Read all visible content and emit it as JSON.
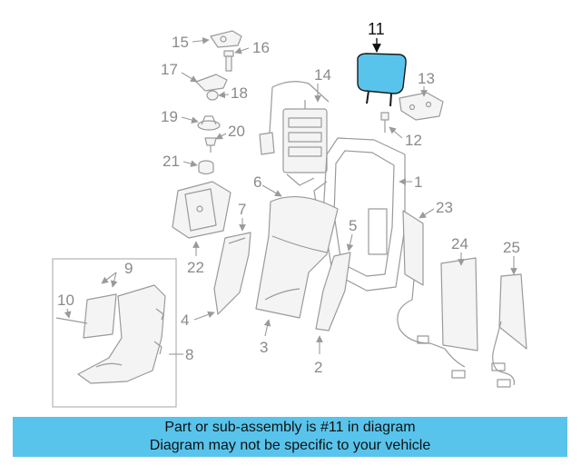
{
  "diagram": {
    "highlight_color": "#58c4ec",
    "highlighted_part": "11",
    "callouts": {
      "c1": "1",
      "c2": "2",
      "c3": "3",
      "c4": "4",
      "c5": "5",
      "c6": "6",
      "c7": "7",
      "c8": "8",
      "c9": "9",
      "c10": "10",
      "c11": "11",
      "c12": "12",
      "c13": "13",
      "c14": "14",
      "c15": "15",
      "c16": "16",
      "c17": "17",
      "c18": "18",
      "c19": "19",
      "c20": "20",
      "c21": "21",
      "c22": "22",
      "c23": "23",
      "c24": "24",
      "c25": "25"
    }
  },
  "banner": {
    "background_color": "#58c4ec",
    "line1": "Part or sub-assembly is #11 in diagram",
    "line2": "Diagram may not be specific to your vehicle"
  }
}
